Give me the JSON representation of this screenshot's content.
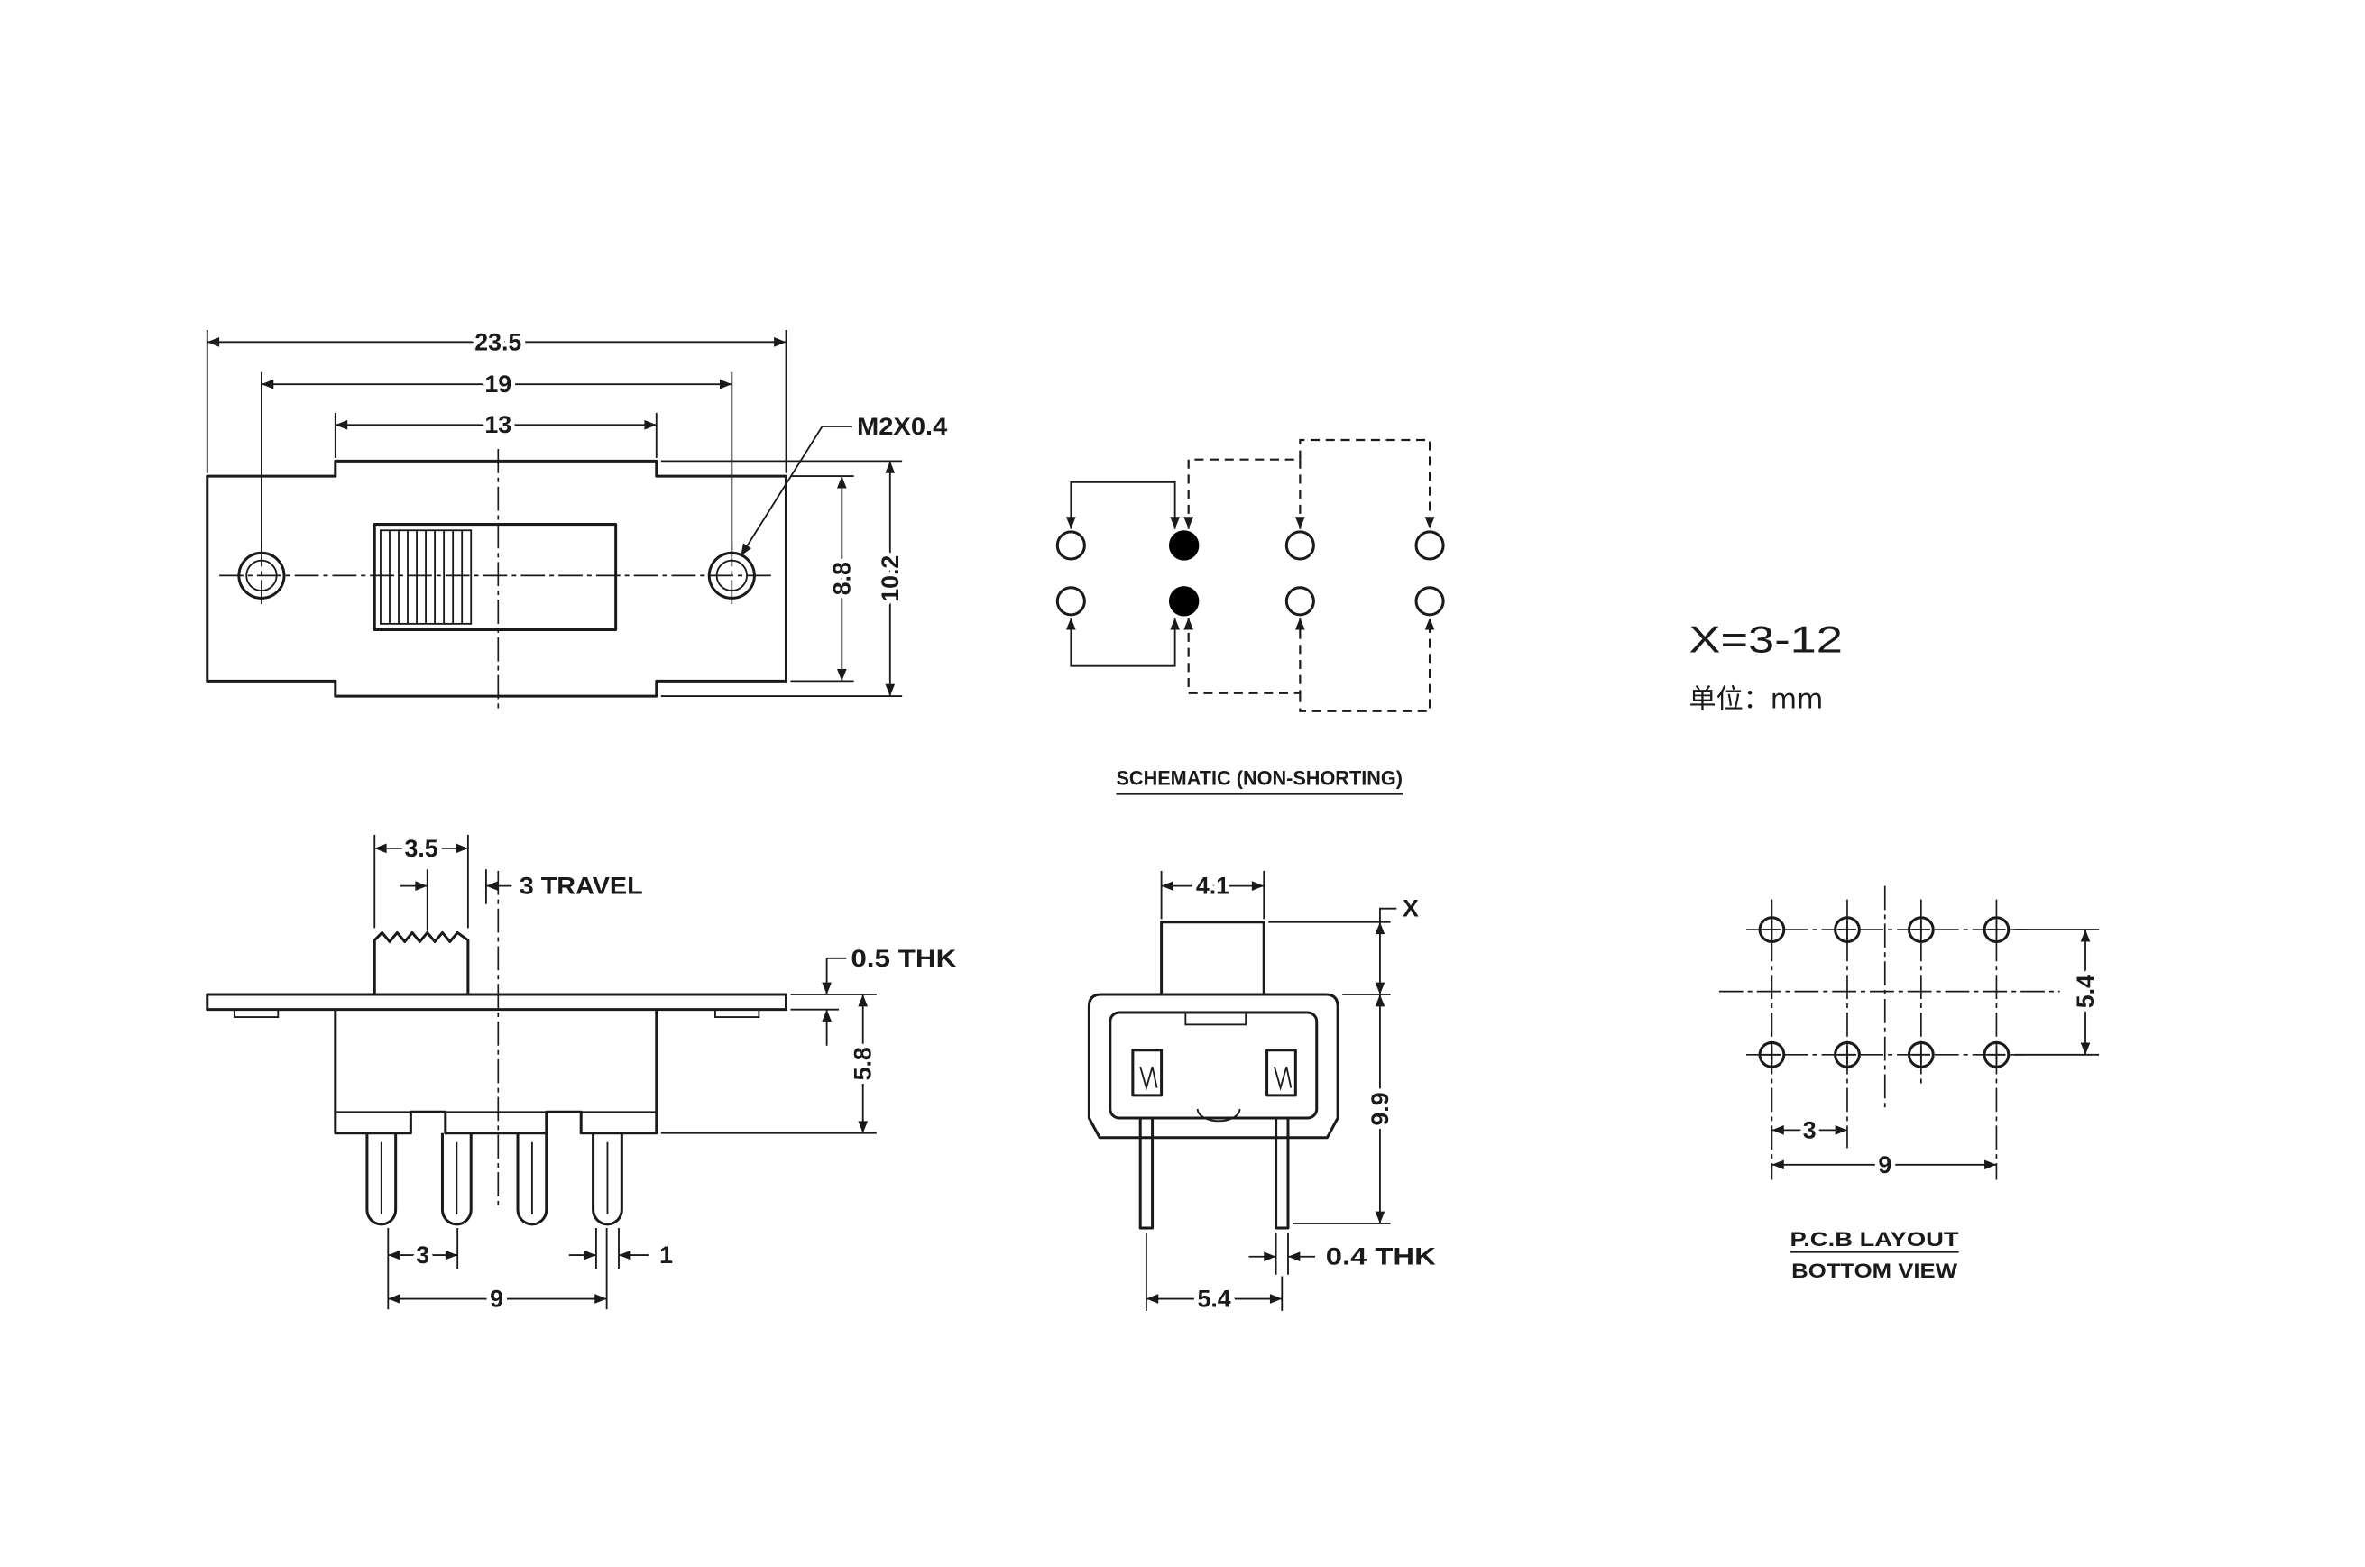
{
  "colors": {
    "ink": "#1a1a1a",
    "background": "#ffffff",
    "closed_contact": "#000000"
  },
  "top_view": {
    "overall_length": "23.5",
    "hole_pitch": "19",
    "body_length": "13",
    "screw_thread": "M2X0.4",
    "flange_width": "8.8",
    "body_width": "10.2"
  },
  "schematic": {
    "title": "SCHEMATIC (NON-SHORTING)"
  },
  "notes": {
    "actuator_height_range": "X=3-12",
    "unit": "单位：mm"
  },
  "side_view": {
    "actuator_width": "3.5",
    "travel": "3 TRAVEL",
    "plate_thickness": "0.5 THK",
    "body_height": "5.8",
    "pin_pitch": "3",
    "pin_width": "1",
    "pin_span": "9"
  },
  "end_view": {
    "actuator_width": "4.1",
    "actuator_height": "X",
    "overall_height": "9.9",
    "pin_thickness": "0.4 THK",
    "pin_row_spacing": "5.4"
  },
  "pcb_layout": {
    "row_spacing": "5.4",
    "pitch": "3",
    "span": "9",
    "title": "P.C.B LAYOUT",
    "subtitle": "BOTTOM VIEW"
  }
}
